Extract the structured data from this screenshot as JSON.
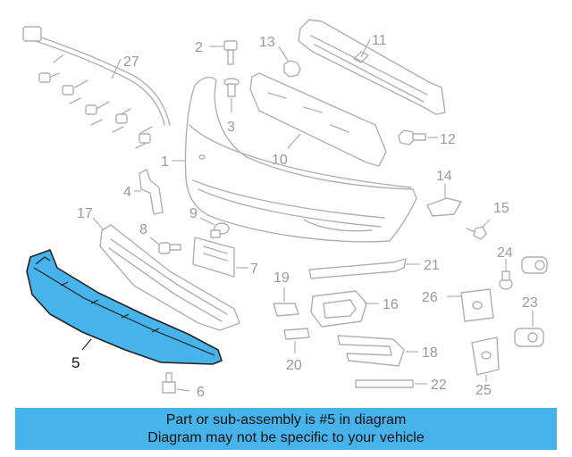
{
  "callouts": [
    "1",
    "2",
    "3",
    "4",
    "5",
    "6",
    "7",
    "8",
    "9",
    "10",
    "11",
    "12",
    "13",
    "14",
    "15",
    "16",
    "17",
    "18",
    "19",
    "20",
    "21",
    "22",
    "23",
    "24",
    "25",
    "26",
    "27"
  ],
  "highlight_part": "5",
  "banner": {
    "line1": "Part or sub-assembly is #5 in diagram",
    "line2": "Diagram may not be specific to your vehicle"
  },
  "colors": {
    "highlight": "#46b4ea",
    "outline": "#b0b0b0",
    "banner": "#46b4ea"
  }
}
